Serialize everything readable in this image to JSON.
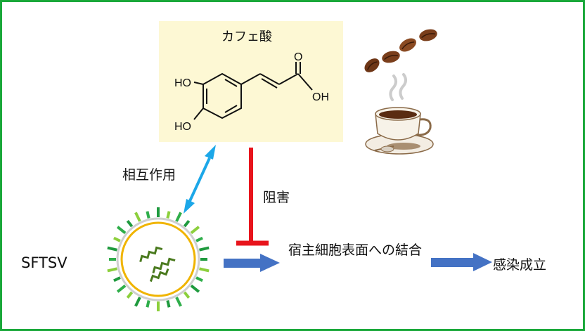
{
  "compound": {
    "name": "カフェ酸",
    "substituents": {
      "hydroxyl_top": "HO",
      "hydroxyl_bottom": "HO",
      "acid_oh": "OH",
      "acid_o": "O"
    }
  },
  "labels": {
    "interaction": "相互作用",
    "inhibition": "阻害",
    "virus": "SFTSV",
    "binding": "宿主細胞表面への結合",
    "outcome": "感染成立"
  },
  "colors": {
    "border": "#1aa83a",
    "compound_background": "#fdf8d4",
    "interaction_arrow": "#1ca7e8",
    "inhibition_mark": "#e8141c",
    "flow_arrow": "#4472c4",
    "virus_envelope": "#f0b400",
    "virus_rna": "#4a7a1e",
    "coffee_bean": "#7a3e1b"
  },
  "icons": [
    "coffee-beans-icon",
    "coffee-cup-icon",
    "virus-icon"
  ]
}
